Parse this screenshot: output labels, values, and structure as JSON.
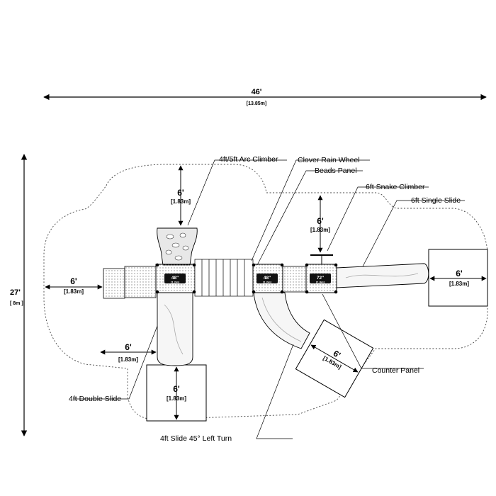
{
  "overall": {
    "width_ft": "46'",
    "width_m": "[13.85m]",
    "depth_ft": "27'",
    "depth_m": "[  8m  ]"
  },
  "clearance": {
    "ft": "6'",
    "m": "[1.83m]"
  },
  "decks": [
    {
      "height": "48\"",
      "metric": "[1.2m]"
    },
    {
      "height": "48\"",
      "metric": "[1.2m]"
    },
    {
      "height": "72\"",
      "metric": "[1.8m]"
    }
  ],
  "components": {
    "arc_climber": "4ft/5ft Arc Climber",
    "rain_wheel": "Clover Rain Wheel",
    "beads_panel": "Beads Panel",
    "snake_climber": "6ft Snake Climber",
    "single_slide": "6ft Single Slide",
    "double_slide": "4ft Double Slide",
    "counter_panel": "Counter Panel",
    "turn_slide": "4ft Slide 45° Left Turn"
  },
  "colors": {
    "line": "#000000",
    "fill": "#ffffff",
    "deck_label": "#111111",
    "detail": "#999999"
  }
}
